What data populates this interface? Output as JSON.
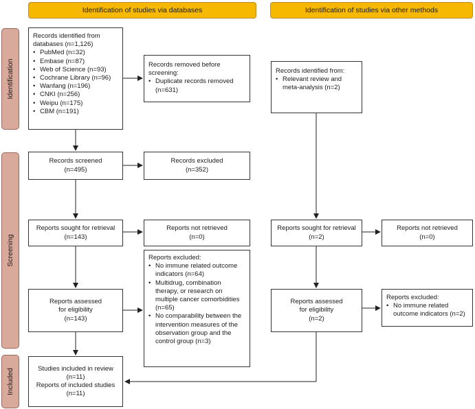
{
  "headers": {
    "databases": "Identification of studies via databases",
    "other": "Identification of studies via other methods"
  },
  "phases": {
    "identification": "Identification",
    "screening": "Screening",
    "included": "Included"
  },
  "db": {
    "identified": {
      "title": "Records identified from databases (n=1,126)",
      "items": [
        "PubMed (n=32)",
        "Embase (n=87)",
        "Web of Science (n=93)",
        "Cochrane Library (n=96)",
        "Wanfang (n=196)",
        "CNKI (n=256)",
        "Weipu (n=175)",
        "CBM (n=191)"
      ]
    },
    "removed": {
      "title": "Records removed before screening:",
      "items": [
        "Duplicate records removed (n=631)"
      ]
    },
    "screened": {
      "line1": "Records screened",
      "line2": "(n=495)"
    },
    "excluded": {
      "line1": "Records excluded",
      "line2": "(n=352)"
    },
    "sought": {
      "line1": "Reports sought for retrieval",
      "line2": "(n=143)"
    },
    "not_retrieved": {
      "line1": "Reports not retrieved",
      "line2": "(n=0)"
    },
    "assessed": {
      "line1": "Reports assessed",
      "line2": "for eligibility",
      "line3": "(n=143)"
    },
    "reports_excluded": {
      "title": "Reports excluded:",
      "items": [
        "No immune related outcome indicators (n=64)",
        "Multidrug, combination therapy, or research on multiple cancer comorbidities (n=65)",
        "No comparability between the intervention measures of the observation group and the control group (n=3)"
      ]
    },
    "included": {
      "line1": "Studies included in review",
      "line2": "(n=11)",
      "line3": "Reports of included studies",
      "line4": "(n=11)"
    }
  },
  "other": {
    "identified": {
      "title": "Records identified from:",
      "items": [
        "Relevant review and meta-analysis (n=2)"
      ]
    },
    "sought": {
      "line1": "Reports sought for retrieval",
      "line2": "(n=2)"
    },
    "not_retrieved": {
      "line1": "Reports not retrieved",
      "line2": "(n=0)"
    },
    "assessed": {
      "line1": "Reports assessed",
      "line2": "for eligibility",
      "line3": "(n=2)"
    },
    "reports_excluded": {
      "title": "Reports excluded:",
      "items": [
        "No immune related outcome indicators (n=2)"
      ]
    }
  }
}
